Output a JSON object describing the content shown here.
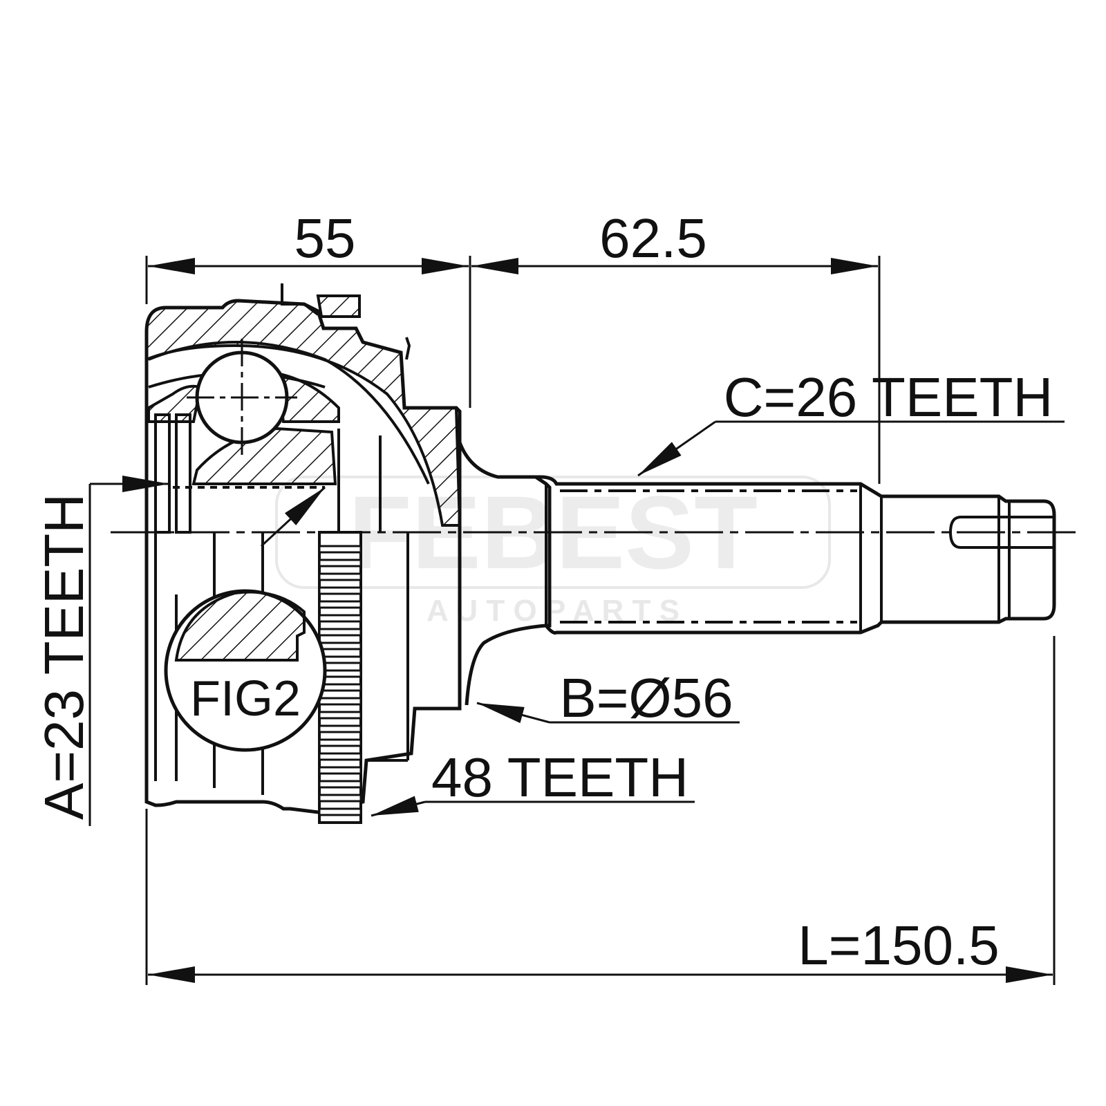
{
  "dimensions": {
    "housing_length": "55",
    "stub_length": "62.5",
    "total_length": "L=150.5"
  },
  "callouts": {
    "inner_spline": "A=23 TEETH",
    "outer_spline": "C=26 TEETH",
    "seal_diameter": "B=Ø56",
    "abs_ring": "48 TEETH",
    "detail": "FIG2"
  },
  "watermark": {
    "brand": "FEBEST",
    "tagline": "A U T O P A R T S"
  },
  "colors": {
    "line": "#111111",
    "background": "#ffffff",
    "watermark": "#e6e6e6"
  }
}
